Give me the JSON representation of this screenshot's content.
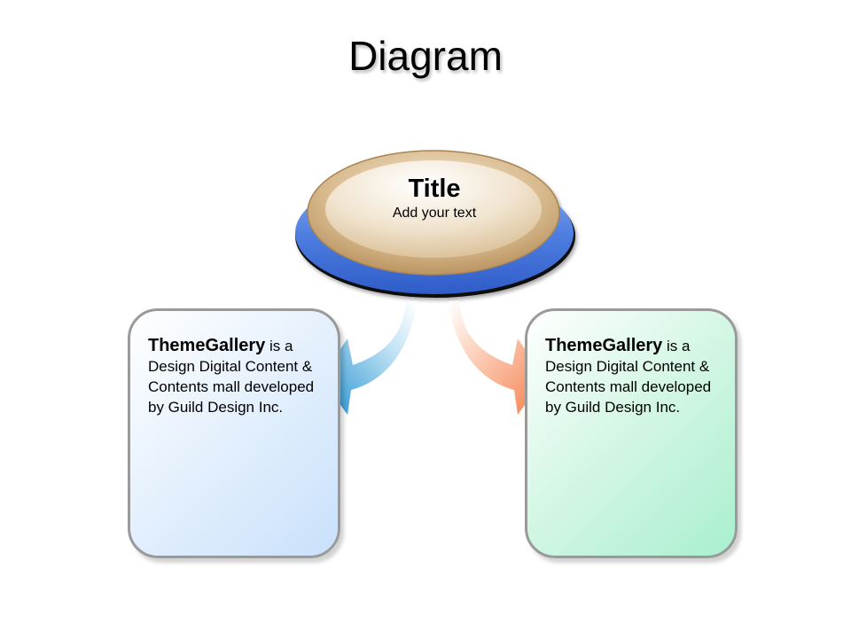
{
  "slide": {
    "title": "Diagram"
  },
  "center": {
    "title": "Title",
    "subtitle": "Add your text"
  },
  "left_box": {
    "brand": "ThemeGallery",
    "text": " is a Design Digital Content & Contents mall developed by Guild Design Inc."
  },
  "right_box": {
    "brand": "ThemeGallery",
    "text": " is a Design Digital Content & Contents mall developed by Guild Design Inc."
  },
  "colors": {
    "ellipse_base": "#3f6fd6",
    "ellipse_top": "#d8b98d",
    "left_arrow": "#2e9fd8",
    "right_arrow": "#f79060",
    "left_box_tint": "#c9e1fb",
    "right_box_tint": "#a9efcf",
    "box_border": "#9a9a9a"
  }
}
